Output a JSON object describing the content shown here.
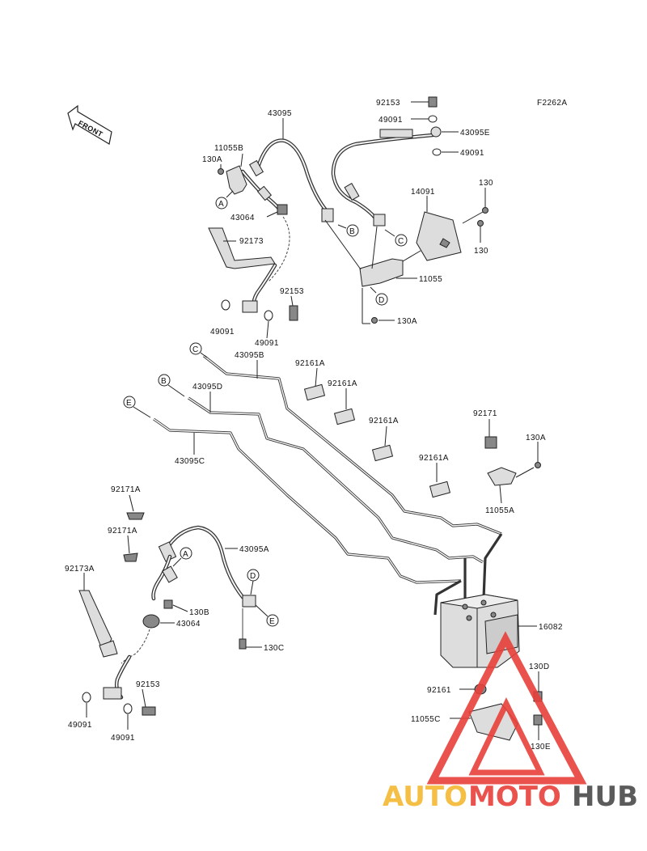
{
  "diagram": {
    "code": "F2262A",
    "front_label": "FRONT",
    "part_labels": {
      "p43095": "43095",
      "p11055B": "11055B",
      "p130A_top": "130A",
      "p43064_top": "43064",
      "p92173": "92173",
      "p92153_top": "92153",
      "p49091_mid_left": "49091",
      "p49091_mid_right": "49091",
      "p92153_tr": "92153",
      "p49091_tr1": "49091",
      "p43095E": "43095E",
      "p49091_tr2": "49091",
      "p14091": "14091",
      "p130_a": "130",
      "p130_b": "130",
      "p11055": "11055",
      "p130A_mid": "130A",
      "p43095B": "43095B",
      "p43095D": "43095D",
      "p43095C": "43095C",
      "p92161A_1": "92161A",
      "p92161A_2": "92161A",
      "p92161A_3": "92161A",
      "p92161A_4": "92161A",
      "p92171": "92171",
      "p130A_right": "130A",
      "p11055A": "11055A",
      "p92171A_1": "92171A",
      "p92171A_2": "92171A",
      "p43095A": "43095A",
      "p92173A": "92173A",
      "p130B": "130B",
      "p43064_bot": "43064",
      "p130C": "130C",
      "p92153_bot": "92153",
      "p49091_bot1": "49091",
      "p49091_bot2": "49091",
      "p16082": "16082",
      "p130D": "130D",
      "p92161": "92161",
      "p11055C": "11055C",
      "p130E": "130E"
    },
    "ref_markers": {
      "A_top": "A",
      "B_top": "B",
      "C_top": "C",
      "D_top": "D",
      "C_mid": "C",
      "B_mid": "B",
      "E_mid": "E",
      "A_bot": "A",
      "D_bot": "D",
      "E_bot": "E"
    }
  },
  "watermark": {
    "part1": "AUTO",
    "part2": "MOTO",
    "part3": "HUB",
    "colors": {
      "part1": "#f5b830",
      "part2": "#e8413a",
      "part3": "#4a4a4a",
      "triangle": "#e8413a"
    }
  }
}
